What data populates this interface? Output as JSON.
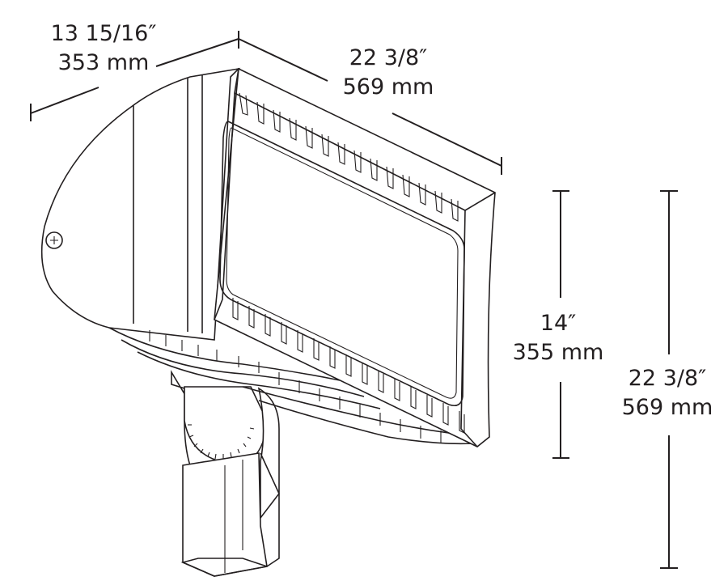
{
  "diagram": {
    "subject": "LED flood light fixture with knuckle mount",
    "colors": {
      "line": "#231f20",
      "background": "#ffffff"
    },
    "dimensions": {
      "depth": {
        "imperial": "13 15/16″",
        "metric": "353 mm"
      },
      "width": {
        "imperial": "22 3/8″",
        "metric": "569 mm"
      },
      "fixture_height": {
        "imperial": "14″",
        "metric": "355 mm"
      },
      "overall_height": {
        "imperial": "22 3/8″",
        "metric": "569 mm"
      }
    }
  }
}
